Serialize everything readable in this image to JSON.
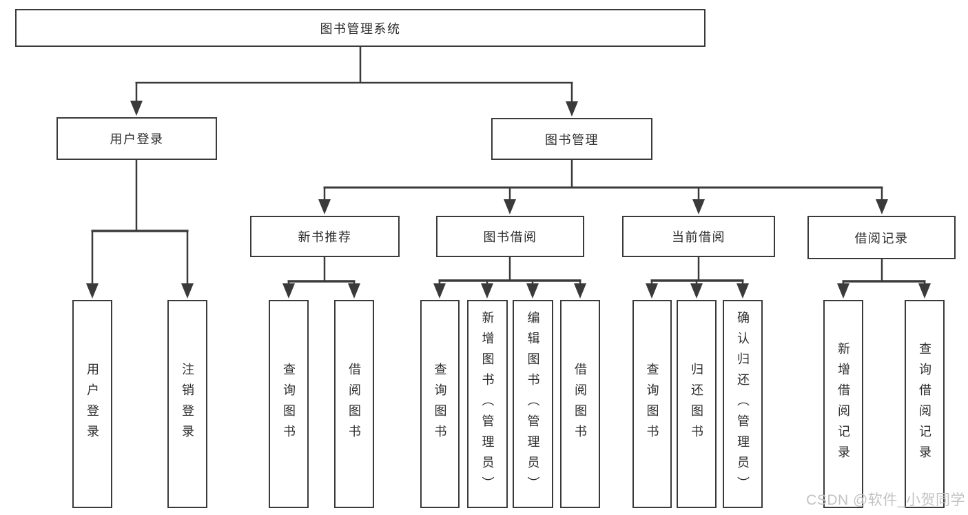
{
  "watermark": "CSDN @软件_小贺同学",
  "colors": {
    "line": "#3a3a3a",
    "box_border": "#3a3a3a",
    "text": "#2d2d2d",
    "watermark": "#c3c3c3"
  },
  "diagram": {
    "root": {
      "id": "root",
      "label": "图书管理系统",
      "children": [
        {
          "id": "user-login",
          "label": "用户登录",
          "children": [
            {
              "id": "user-login-leaf",
              "label": "用户登录"
            },
            {
              "id": "logout-leaf",
              "label": "注销登录"
            }
          ]
        },
        {
          "id": "book-management",
          "label": "图书管理",
          "children": [
            {
              "id": "new-book-rec",
              "label": "新书推荐",
              "children": [
                {
                  "id": "nbr-query-books",
                  "label": "查询图书"
                },
                {
                  "id": "nbr-borrow-books",
                  "label": "借阅图书"
                }
              ]
            },
            {
              "id": "book-borrowing",
              "label": "图书借阅",
              "children": [
                {
                  "id": "bb-query-books",
                  "label": "查询图书"
                },
                {
                  "id": "bb-add-books",
                  "label": "新增图书（管理员）"
                },
                {
                  "id": "bb-edit-books",
                  "label": "编辑图书（管理员）"
                },
                {
                  "id": "bb-borrow-books",
                  "label": "借阅图书"
                }
              ]
            },
            {
              "id": "current-borrowing",
              "label": "当前借阅",
              "children": [
                {
                  "id": "cb-query-books",
                  "label": "查询图书"
                },
                {
                  "id": "cb-return-books",
                  "label": "归还图书"
                },
                {
                  "id": "cb-confirm-return",
                  "label": "确认归还（管理员）"
                }
              ]
            },
            {
              "id": "borrowing-records",
              "label": "借阅记录",
              "children": [
                {
                  "id": "br-add-record",
                  "label": "新增借阅记录"
                },
                {
                  "id": "br-query-record",
                  "label": "查询借阅记录"
                }
              ]
            }
          ]
        }
      ]
    }
  }
}
